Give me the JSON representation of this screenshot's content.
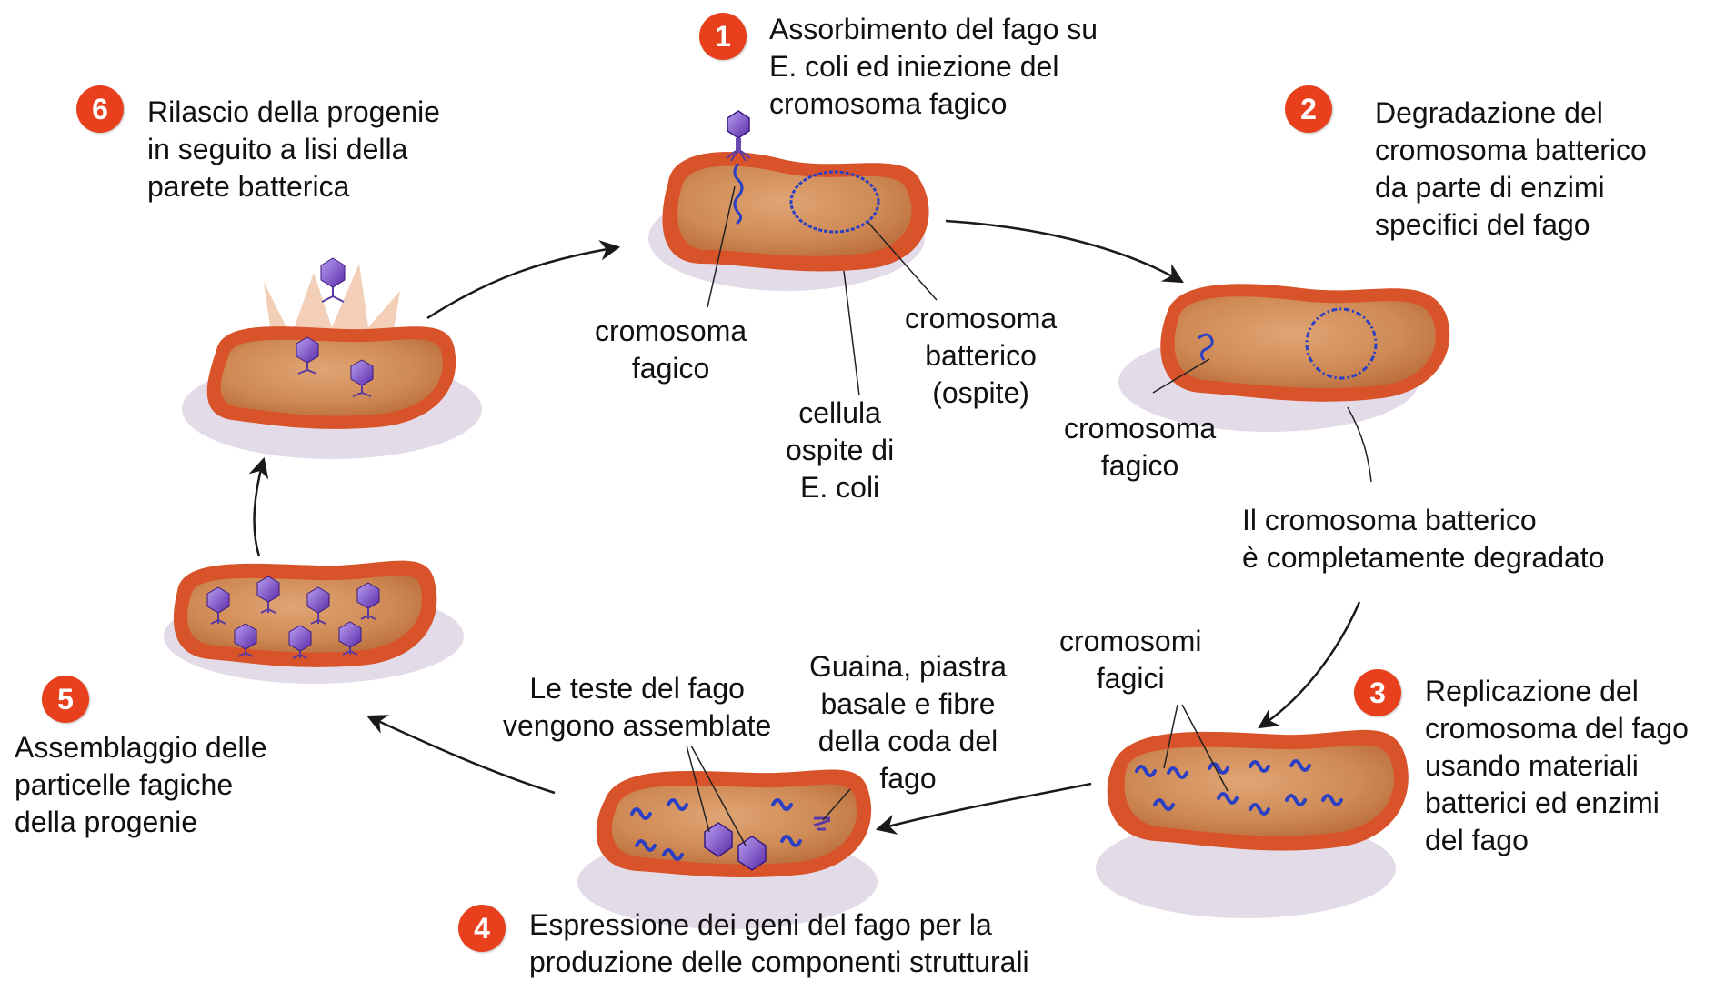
{
  "steps": [
    {
      "number": "1",
      "text": "Assorbimento del fago su\nE. coli ed iniezione del\ncromosoma fagico"
    },
    {
      "number": "2",
      "text": "Degradazione del\ncromosoma batterico\nda parte di enzimi\nspecifici del fago"
    },
    {
      "number": "3",
      "text": "Replicazione del\ncromosoma del fago\nusando materiali\nbatterici ed enzimi\ndel fago"
    },
    {
      "number": "4",
      "text": "Espressione dei geni del fago per la\nproduzione delle componenti strutturali"
    },
    {
      "number": "5",
      "text": "Assemblaggio delle\nparticelle fagiche\ndella progenie"
    },
    {
      "number": "6",
      "text": "Rilascio della progenie\nin seguito a lisi della\nparete batterica"
    }
  ],
  "labels": {
    "phage_chromosome_1": "cromosoma\nfagico",
    "host_cell": "cellula\nospite di\nE. coli",
    "bacterial_chromosome": "cromosoma\nbatterico\n(ospite)",
    "phage_chromosome_2": "cromosoma\nfagico",
    "fully_degraded": "Il cromosoma batterico\nè completamente degradato",
    "phage_chromosomes_3": "cromosomi\nfagici",
    "heads_assembled": "Le teste del fago\nvengono assemblate",
    "tail_parts": "Guaina, piastra\nbasale e fibre\ndella coda del\nfago"
  },
  "colors": {
    "badge": "#e8401c",
    "cell_wall": "#d9532a",
    "cell_inner": "#c98550",
    "cell_shadow": "#d9d2e0",
    "dna": "#2a3fc4",
    "phage_head": "#7a45c8",
    "arrow": "#1a1a1a"
  }
}
